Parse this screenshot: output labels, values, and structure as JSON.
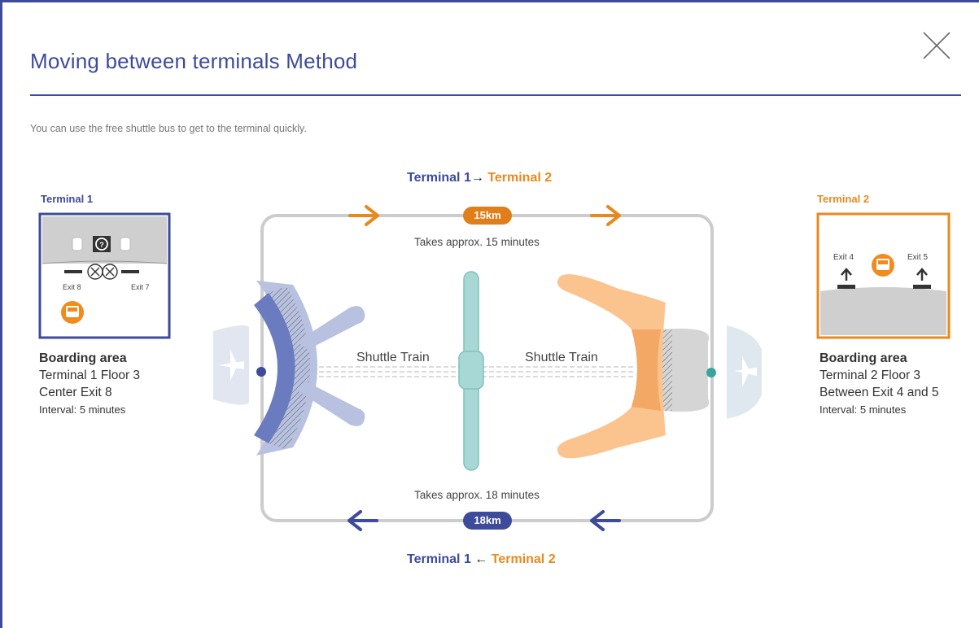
{
  "dialog": {
    "title": "Moving between terminals Method",
    "intro": "You can use the free shuttle bus to get to the terminal quickly."
  },
  "routes": {
    "top": {
      "from": "Terminal 1",
      "arrow": "→",
      "to": "Terminal 2",
      "distance": "15km",
      "time": "Takes approx. 15 minutes"
    },
    "bottom": {
      "from": "Terminal 1",
      "arrow": "←",
      "to": "Terminal 2",
      "distance": "18km",
      "time": "Takes approx. 18 minutes"
    }
  },
  "shuttle_train": {
    "left_label": "Shuttle Train",
    "right_label": "Shuttle Train"
  },
  "terminal1": {
    "heading": "Terminal 1",
    "board_title": "Boarding area",
    "line1": "Terminal 1 Floor 3",
    "line2": "Center Exit 8",
    "interval": "Interval: 5 minutes",
    "map": {
      "exit_left": "Exit 8",
      "exit_right": "Exit 7"
    }
  },
  "terminal2": {
    "heading": "Terminal 2",
    "board_title": "Boarding area",
    "line1": "Terminal 2 Floor 3",
    "line2": "Between Exit 4 and 5",
    "interval": "Interval: 5 minutes",
    "map": {
      "exit_left": "Exit 4",
      "exit_right": "Exit 5"
    }
  },
  "colors": {
    "terminal1": "#3d4b9a",
    "terminal2": "#e8891e",
    "train": "#a8d8d6",
    "loop": "#cccccc"
  }
}
